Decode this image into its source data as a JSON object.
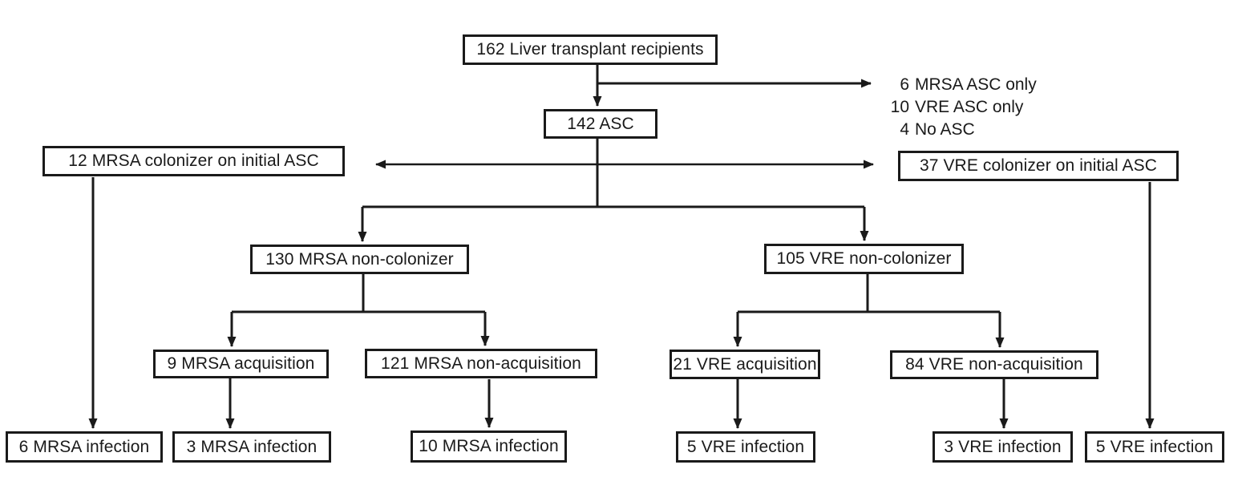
{
  "figure": {
    "type": "patient-flow-diagram",
    "colors": {
      "background": "#ffffff",
      "line": "#1a1a1a",
      "text": "#1a1a1a",
      "box_fill": "#ffffff"
    }
  },
  "nodes": {
    "root": {
      "label": "162 Liver transplant recipients"
    },
    "asc": {
      "label": "142 ASC"
    },
    "mrsa_colonizer": {
      "label": "12 MRSA colonizer on initial ASC"
    },
    "vre_colonizer": {
      "label": "37 VRE colonizer on initial ASC"
    },
    "mrsa_noncolonizer": {
      "label": "130 MRSA non-colonizer"
    },
    "vre_noncolonizer": {
      "label": "105 VRE non-colonizer"
    },
    "mrsa_acquisition": {
      "label": "9 MRSA acquisition"
    },
    "mrsa_nonacquisition": {
      "label": "121 MRSA non-acquisition"
    },
    "vre_acquisition": {
      "label": "21 VRE acquisition"
    },
    "vre_nonacquisition": {
      "label": "84 VRE non-acquisition"
    },
    "inf_mrsa_colonizer": {
      "label": "6 MRSA infection"
    },
    "inf_mrsa_acquisition": {
      "label": "3 MRSA infection"
    },
    "inf_mrsa_nonacquisition": {
      "label": "10 MRSA infection"
    },
    "inf_vre_acquisition": {
      "label": "5 VRE infection"
    },
    "inf_vre_nonacquisition": {
      "label": "3 VRE infection"
    },
    "inf_vre_colonizer": {
      "label": "5 VRE infection"
    }
  },
  "exclusions": {
    "items": [
      {
        "count": "6",
        "label": "MRSA ASC only"
      },
      {
        "count": "10",
        "label": "VRE ASC only"
      },
      {
        "count": "4",
        "label": "No ASC"
      }
    ]
  }
}
